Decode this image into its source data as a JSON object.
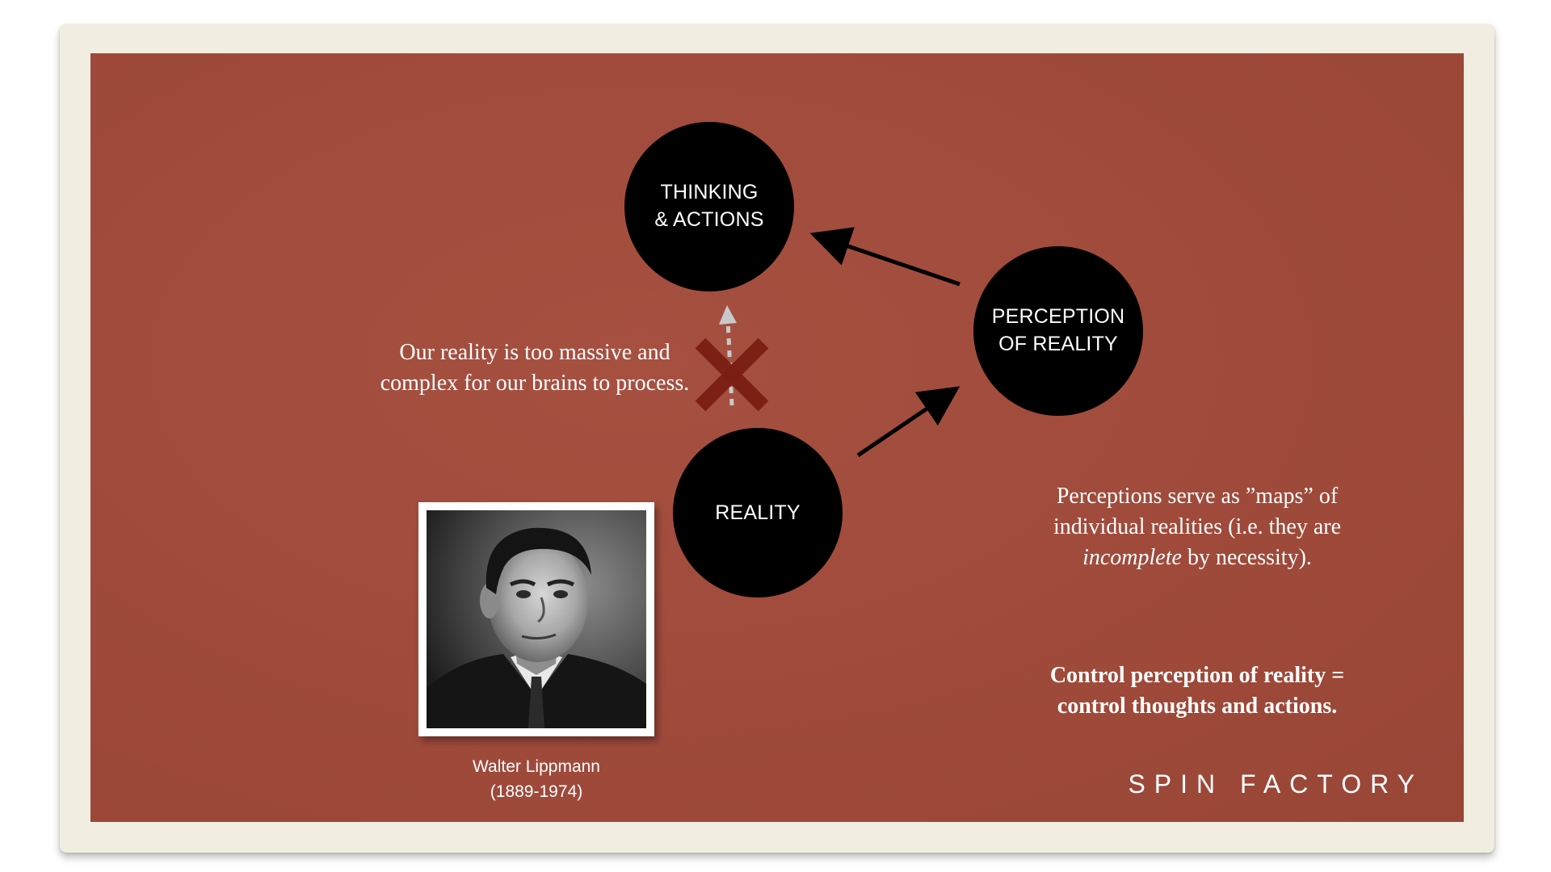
{
  "diagram": {
    "nodes": {
      "thinking": {
        "line1": "THINKING",
        "line2": "& ACTIONS"
      },
      "perception": {
        "line1": "PERCEPTION",
        "line2": "OF REALITY"
      },
      "reality": {
        "line1": "REALITY"
      }
    },
    "edges": [
      {
        "from": "reality",
        "to": "perception",
        "style": "solid"
      },
      {
        "from": "perception",
        "to": "thinking",
        "style": "solid"
      },
      {
        "from": "reality",
        "to": "thinking",
        "style": "dashed",
        "blocked": true
      }
    ]
  },
  "captions": {
    "left_line1": "Our reality is too massive and",
    "left_line2": "complex for our brains to process.",
    "right_line1": "Perceptions serve as ”maps” of",
    "right_line2": "individual realities (i.e. they are",
    "right_line3_italic": "incomplete",
    "right_line3_rest": " by necessity).",
    "bold_line1": "Control perception of reality =",
    "bold_line2": "control thoughts and actions."
  },
  "portrait": {
    "name": "Walter Lippmann",
    "years": "(1889-1974)"
  },
  "brand": "SPIN FACTORY",
  "colors": {
    "slide_background": "#a34a3a",
    "frame": "#f1ede0",
    "node_fill": "#000000",
    "cross": "#7a1e14",
    "text": "#ffffff"
  }
}
